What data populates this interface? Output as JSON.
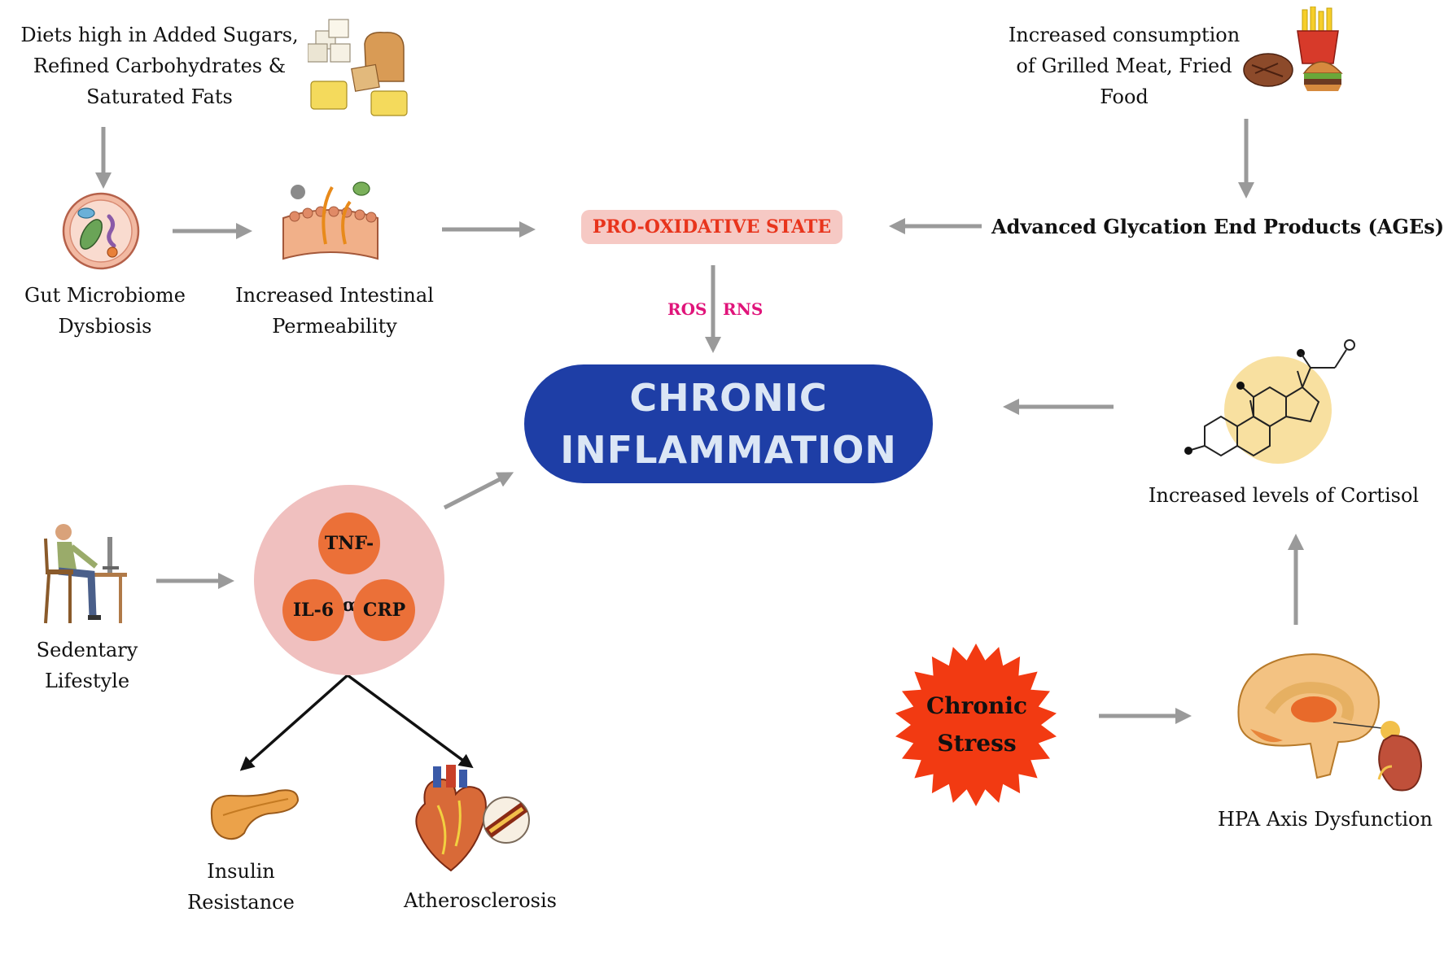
{
  "nodes": {
    "diets": "Diets high in Added Sugars,\nRefined Carbohydrates &\nSaturated Fats",
    "grilled": "Increased consumption\nof Grilled Meat, Fried\nFood",
    "gut": "Gut Microbiome\nDysbiosis",
    "intestinal": "Increased Intestinal\nPermeability",
    "pro_oxidative": "PRO-OXIDATIVE STATE",
    "ages": "Advanced Glycation End Products (AGEs)",
    "ros": "ROS",
    "rns": "RNS",
    "central_line1": "CHRONIC",
    "central_line2": "INFLAMMATION",
    "cortisol": "Increased levels of Cortisol",
    "sedentary": "Sedentary\nLifestyle",
    "chronic_stress": "Chronic\nStress",
    "hpa": "HPA Axis Dysfunction",
    "insulin": "Insulin\nResistance",
    "athero": "Atherosclerosis"
  },
  "cytokines": [
    "TNF-α",
    "IL-6",
    "CRP"
  ],
  "icons": {
    "diets": "sugar-bread-butter-icon",
    "grilled": "steak-fries-burger-icon",
    "gut": "gut-microbe-icon",
    "intestinal": "intestine-icon",
    "cortisol": "cortisol-molecule-icon",
    "sedentary": "person-at-desk-icon",
    "hpa": "brain-adrenal-icon",
    "insulin": "pancreas-icon",
    "athero": "heart-artery-icon"
  },
  "colors": {
    "central": "#1e3ea6",
    "pro_oxidative_bg": "#f6c9c4",
    "pro_oxidative_text": "#e8341c",
    "ros_rns": "#e0147a",
    "cytokine_bg": "#f0c0bf",
    "cytokine": "#eb7038",
    "stress": "#f23a12",
    "arrow": "#9a9a9a"
  }
}
